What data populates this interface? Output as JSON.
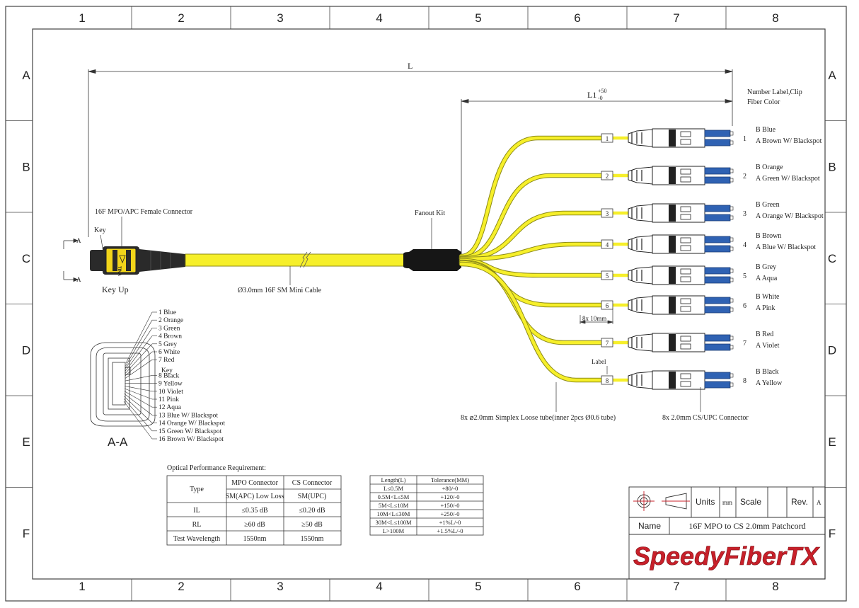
{
  "grid": {
    "columns": [
      "1",
      "2",
      "3",
      "4",
      "5",
      "6",
      "7",
      "8"
    ],
    "rows": [
      "A",
      "B",
      "C",
      "D",
      "E",
      "F"
    ]
  },
  "dimensions": {
    "overall": "L",
    "leg": "L1",
    "leg_tol_plus": "+50",
    "leg_tol_minus": "-0",
    "breakout": "8x 10mm"
  },
  "labels": {
    "mpo_connector": "16F MPO/APC Female Connector",
    "key": "Key",
    "key_up": "Key Up",
    "section_a": "A",
    "mpo_key_text": "TINA",
    "cable": "Ø3.0mm 16F SM Mini Cable",
    "fanout": "Fanout Kit",
    "number_label_line1": "Number Label,Clip",
    "number_label_line2": "Fiber Color",
    "label": "Label",
    "tube": "8x ⌀2.0mm Simplex Loose tube(inner 2pcs Ø0.6 tube)",
    "connector": "8x 2.0mm CS/UPC Connector",
    "section_title": "A-A",
    "section_key": "Key"
  },
  "legs": [
    {
      "num": "1",
      "b": "B Blue",
      "a": "A Brown W/ Blackspot"
    },
    {
      "num": "2",
      "b": "B Orange",
      "a": "A Green W/ Blackspot"
    },
    {
      "num": "3",
      "b": "B Green",
      "a": "A Orange W/ Blackspot"
    },
    {
      "num": "4",
      "b": "B Brown",
      "a": "A Blue W/ Blackspot"
    },
    {
      "num": "5",
      "b": "B Grey",
      "a": "A Aqua"
    },
    {
      "num": "6",
      "b": "B White",
      "a": "A Pink"
    },
    {
      "num": "7",
      "b": "B Red",
      "a": "A Violet"
    },
    {
      "num": "8",
      "b": "B Black",
      "a": "A Yellow"
    }
  ],
  "fiber_list": [
    "1 Blue",
    "2 Orange",
    "3 Green",
    "4 Brown",
    "5 Grey",
    "6 White",
    "7 Red",
    "8 Black",
    "9 Yellow",
    "10 Violet",
    "11 Pink",
    "12 Aqua",
    "13 Blue W/ Blackspot",
    "14 Orange W/ Blackspot",
    "15 Green W/ Blackspot",
    "16 Brown W/ Blackspot"
  ],
  "optical": {
    "title": "Optical Performance Requirement:",
    "header_type": "Type",
    "header_mpo": "MPO Connector",
    "header_cs": "CS Connector",
    "subheader_mpo": "SM(APC) Low Loss",
    "subheader_cs": "SM(UPC)",
    "rows": [
      {
        "label": "IL",
        "mpo": "≤0.35 dB",
        "cs": "≤0.20 dB"
      },
      {
        "label": "RL",
        "mpo": "≥60 dB",
        "cs": "≥50 dB"
      },
      {
        "label": "Test Wavelength",
        "mpo": "1550nm",
        "cs": "1550nm"
      }
    ]
  },
  "tolerance": {
    "header_length": "Length(L)",
    "header_tolerance": "Tolerance(MM)",
    "rows": [
      {
        "length": "L≤0.5M",
        "tol": "+80/-0"
      },
      {
        "length": "0.5M<L≤5M",
        "tol": "+120/-0"
      },
      {
        "length": "5M<L≤10M",
        "tol": "+150/-0"
      },
      {
        "length": "10M<L≤30M",
        "tol": "+250/-0"
      },
      {
        "length": "30M<L≤100M",
        "tol": "+1%L/-0"
      },
      {
        "length": "L>100M",
        "tol": "+1.5%L/-0"
      }
    ]
  },
  "title_block": {
    "units_label": "Units",
    "units_value": "mm",
    "scale_label": "Scale",
    "rev_label": "Rev.",
    "rev_value": "A",
    "name_label": "Name",
    "name_value": "16F MPO to CS 2.0mm Patchcord",
    "logo": "SpeedyFiberTX"
  },
  "colors": {
    "cable_fill": "#f6ef2a",
    "cable_edge": "#8c8a18",
    "mpo_body": "#2a2a2a",
    "mpo_yellow": "#f2d51a",
    "connector_blue": "#2f62b3",
    "logo_red": "#c8202a",
    "logo_blue": "#2b4f9c"
  }
}
